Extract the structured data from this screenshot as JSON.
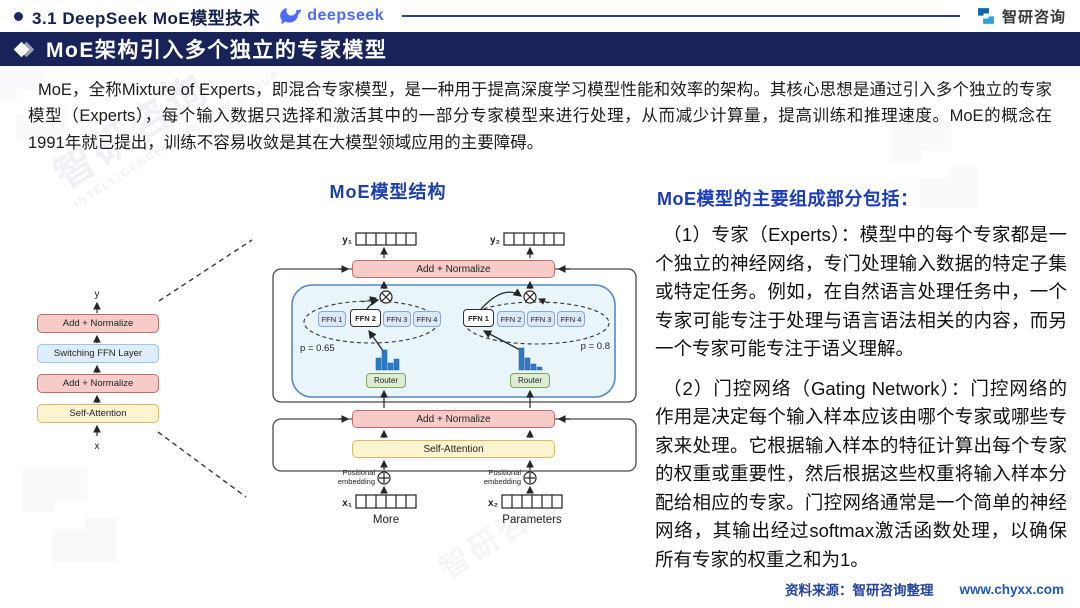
{
  "header": {
    "section_label": "3.1 DeepSeek MoE模型技术",
    "deepseek_logo": "deepseek",
    "zhiyan_logo": "智研咨询"
  },
  "title_bar": {
    "title": "MoE架构引入多个独立的专家模型"
  },
  "intro": "MoE，全称Mixture of Experts，即混合专家模型，是一种用于提高深度学习模型性能和效率的架构。其核心思想是通过引入多个独立的专家模型（Experts），每个输入数据只选择和激活其中的一部分专家模型来进行处理，从而减少计算量，提高训练和推理速度。MoE的概念在1991年就已提出，训练不容易收敛是其在大模型领域应用的主要障碍。",
  "figure": {
    "title": "MoE模型结构",
    "mini_stack": {
      "output_label": "y",
      "input_label": "x",
      "layers": [
        "Add + Normalize",
        "Switching FFN Layer",
        "Add + Normalize",
        "Self-Attention"
      ]
    },
    "moe": {
      "add_normalize": "Add + Normalize",
      "self_attention": "Self-Attention",
      "router": "Router",
      "ffn_left": [
        "FFN 1",
        "FFN 2",
        "FFN 3",
        "FFN 4"
      ],
      "ffn_right": [
        "FFN 1",
        "FFN 2",
        "FFN 3",
        "FFN 4"
      ],
      "p_left": "p = 0.65",
      "p_right": "p = 0.8",
      "pos_embedding": "Positional embedding",
      "labels": {
        "y1": "y₁",
        "y2": "y₂",
        "x1": "x₁",
        "x2": "x₂"
      },
      "caption_left": "More",
      "caption_right": "Parameters"
    }
  },
  "panel": {
    "heading": "MoE模型的主要组成部分包括：",
    "paragraphs": [
      "（1）专家（Experts）：模型中的每个专家都是一个独立的神经网络，专门处理输入数据的特定子集或特定任务。例如，在自然语言处理任务中，一个专家可能专注于处理与语言语法相关的内容，而另一个专家可能专注于语义理解。",
      "（2）门控网络（Gating Network）：门控网络的作用是决定每个输入样本应该由哪个专家或哪些专家来处理。它根据输入样本的特征计算出每个专家的权重或重要性，然后根据这些权重将输入样本分配给相应的专家。门控网络通常是一个简单的神经网络，其输出经过softmax激活函数处理，以确保所有专家的权重之和为1。"
    ]
  },
  "footer": {
    "source": "资料来源：智研咨询整理",
    "url": "www.chyxx.com"
  },
  "watermark": {
    "text": "智研咨询",
    "subtext": "INTELLIGENCE RESEARCH GROUP"
  },
  "colors": {
    "navy": "#18235a",
    "blue_heading": "#1a3bbd",
    "deepseek_blue": "#4d6bfe",
    "pink_fill": "#f6cbc8",
    "pink_border": "#bf6f6a",
    "miniblue_fill": "#ddeefa",
    "miniblue_border": "#9cc6e4",
    "yellow_fill": "#fcf3cf",
    "yellow_border": "#d8ba66",
    "panel_fill": "#e9f4fb",
    "panel_border": "#5588c7",
    "expert_fill": "#dce7f8",
    "expert_border": "#8aa6d8",
    "router_fill": "#dcedd3",
    "router_border": "#7aa75d",
    "bar_blue": "#2e7bc4"
  }
}
